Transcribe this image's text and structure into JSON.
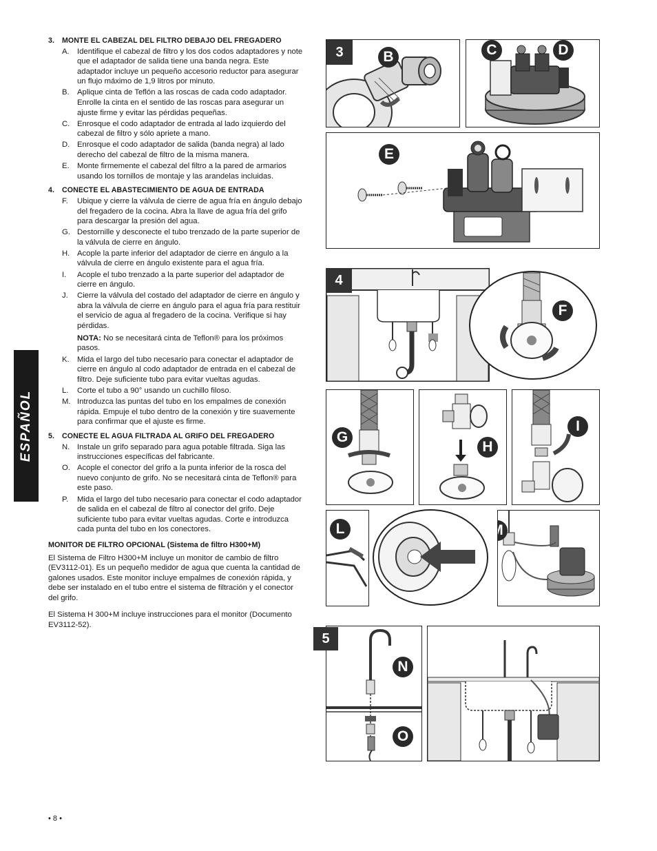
{
  "language_tab": "ESPAÑOL",
  "page_number": "• 8 •",
  "sections": [
    {
      "num": "3.",
      "title": "MONTE EL CABEZAL DEL FILTRO DEBAJO DEL FREGADERO",
      "steps": [
        {
          "letter": "A.",
          "text": "Identifique el cabezal de filtro y los dos codos adaptadores y note que el adaptador de salida tiene una banda negra. Este adaptador incluye un pequeño accesorio reductor para asegurar un flujo máximo de 1,9 litros por minuto."
        },
        {
          "letter": "B.",
          "text": "Aplique cinta de Teflón a las roscas de cada codo adaptador. Enrolle la cinta en el sentido de las roscas para asegurar un ajuste firme y evitar las pérdidas pequeñas."
        },
        {
          "letter": "C.",
          "text": "Enrosque el codo adaptador de entrada al lado izquierdo del cabezal de filtro y sólo apriete a mano."
        },
        {
          "letter": "D.",
          "text": "Enrosque el codo adaptador de salida (banda negra) al lado derecho del cabezal de filtro de la misma manera."
        },
        {
          "letter": "E.",
          "text": "Monte firmemente el cabezal del filtro a la pared de armarios usando los tornillos de montaje y las arandelas incluidas."
        }
      ]
    },
    {
      "num": "4.",
      "title": "CONECTE EL ABASTECIMIENTO DE AGUA DE ENTRADA",
      "steps": [
        {
          "letter": "F.",
          "text": "Ubique y cierre la válvula de cierre de agua fría en ángulo debajo del fregadero de la cocina. Abra la llave de agua fría del grifo para descargar la presión del agua."
        },
        {
          "letter": "G.",
          "text": "Destornille y desconecte el tubo trenzado de la parte superior de la válvula de cierre en ángulo."
        },
        {
          "letter": "H.",
          "text": "Acople la parte inferior del adaptador de cierre en ángulo a la válvula de cierre en ángulo existente para el agua fría."
        },
        {
          "letter": "I.",
          "text": "Acople el tubo trenzado a la parte superior del adaptador de cierre en ángulo."
        },
        {
          "letter": "J.",
          "text": "Cierre la válvula del costado del adaptador de cierre en ángulo y abra la válvula de cierre en ángulo para el agua fría para restituir el servicio de agua al fregadero de la cocina. Verifique si hay pérdidas."
        }
      ],
      "note_label": "NOTA:",
      "note_text": "No se necesitará cinta de Teflon® para los próximos pasos.",
      "steps2": [
        {
          "letter": "K.",
          "text": "Mida el largo del tubo necesario para conectar el adaptador de cierre en ángulo al codo adaptador de entrada en el cabezal de filtro. Deje suficiente tubo para evitar vueltas agudas."
        },
        {
          "letter": "L.",
          "text": "Corte el tubo a 90° usando un cuchillo filoso."
        },
        {
          "letter": "M.",
          "text": "Introduzca las puntas del tubo en los empalmes de conexión rápida. Empuje el tubo dentro de la conexión y tire suavemente para confirmar que el ajuste es firme."
        }
      ]
    },
    {
      "num": "5.",
      "title": "CONECTE EL AGUA FILTRADA AL GRIFO DEL FREGADERO",
      "steps": [
        {
          "letter": "N.",
          "text": "Instale un grifo separado para agua potable filtrada. Siga las instrucciones específicas del fabricante."
        },
        {
          "letter": "O.",
          "text": "Acople el conector del grifo a la punta inferior de la rosca del nuevo conjunto de grifo. No se necesitará cinta de Teflon® para este paso."
        },
        {
          "letter": "P.",
          "text": "Mida el largo del tubo necesario para conectar el codo adaptador de salida en el cabezal de filtro al conector del grifo. Deje suficiente tubo para evitar vueltas agudas. Corte e introduzca cada punta del tubo en los conectores."
        }
      ]
    }
  ],
  "monitor": {
    "title": "MONITOR DE FILTRO OPCIONAL (Sistema de filtro H300+M)",
    "para1": "El Sistema de Filtro H300+M incluye un monitor de cambio de filtro (EV3112-01). Es un pequeño medidor de agua que cuenta la cantidad de galones usados. Este monitor incluye empalmes de conexión rápida, y debe ser instalado en el tubo entre el sistema de filtración y el conector del grifo.",
    "para2": "El Sistema H 300+M incluye instrucciones para el monitor (Documento EV3112-52)."
  },
  "figures": {
    "step3": "3",
    "step4": "4",
    "step5": "5",
    "B": "B",
    "C": "C",
    "D": "D",
    "E": "E",
    "F": "F",
    "G": "G",
    "H": "H",
    "I": "I",
    "L": "L",
    "M": "M",
    "N": "N",
    "O": "O"
  },
  "colors": {
    "badge": "#333333",
    "ink": "#1a1a1a"
  }
}
